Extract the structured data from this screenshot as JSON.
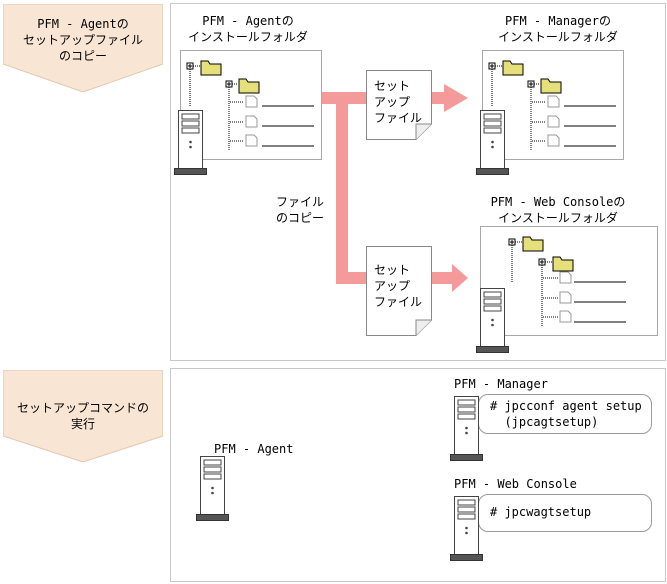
{
  "steps": {
    "copy_files": "PFM - Agentの\nセットアップファイル\nのコピー",
    "run_command": "セットアップコマンドの\n実行"
  },
  "copy_section": {
    "agent_folder_title": "PFM - Agentの\nインストールフォルダ",
    "manager_folder_title": "PFM - Managerの\nインストールフォルダ",
    "webconsole_folder_title": "PFM - Web Consoleの\nインストールフォルダ",
    "copy_label": "ファイル\nのコピー",
    "setup_file_doc_1": "セット\nアップ\nファイル",
    "setup_file_doc_2": "セット\nアップ\nファイル"
  },
  "command_section": {
    "agent_label": "PFM - Agent",
    "manager_label": "PFM - Manager",
    "manager_command": "# jpcconf agent setup\n  (jpcagtsetup)",
    "webconsole_label": "PFM - Web Console",
    "webconsole_command": "# jpcwagtsetup"
  },
  "colors": {
    "step_fill": "#f8e5d3",
    "arrow": "#f59a9a",
    "folder": "#e6e07a",
    "panel_border": "#c8c8c8"
  },
  "icons": [
    "server-icon",
    "folder-icon",
    "file-icon",
    "tree-expand-icon"
  ]
}
